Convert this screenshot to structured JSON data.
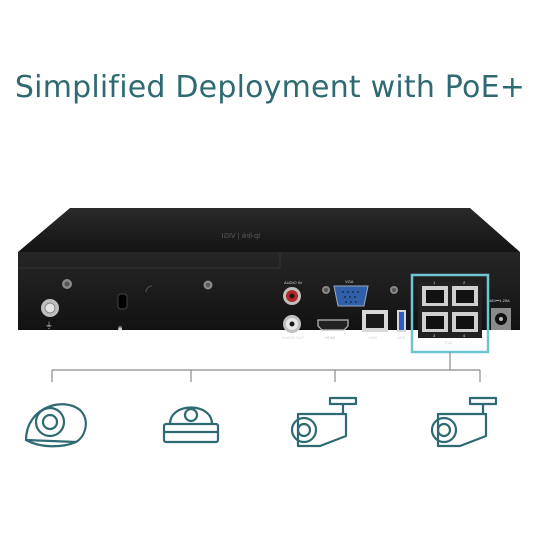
{
  "headline": "Simplified Deployment with PoE+",
  "device": {
    "top_logo": "tp-link  |  VIGI",
    "port_labels": {
      "audio_in": "AUDIO IN",
      "vga": "VGA",
      "audio_out": "AUDIO OUT",
      "hdmi": "HDMI",
      "lan": "LAN",
      "usb": "USB",
      "poe": "PoE",
      "power": "48V⎓1.25A",
      "port_1": "1",
      "port_2": "2",
      "port_3": "3",
      "port_4": "4"
    }
  },
  "colors": {
    "headline": "#2f6a73",
    "highlight": "#6fc6d1",
    "icon_stroke": "#2f6a73",
    "device_body": "#1b1b1b"
  },
  "cameras": [
    {
      "icon": "dome-camera-icon"
    },
    {
      "icon": "ceiling-dome-camera-icon"
    },
    {
      "icon": "bullet-camera-icon"
    },
    {
      "icon": "bullet-camera-icon"
    }
  ]
}
